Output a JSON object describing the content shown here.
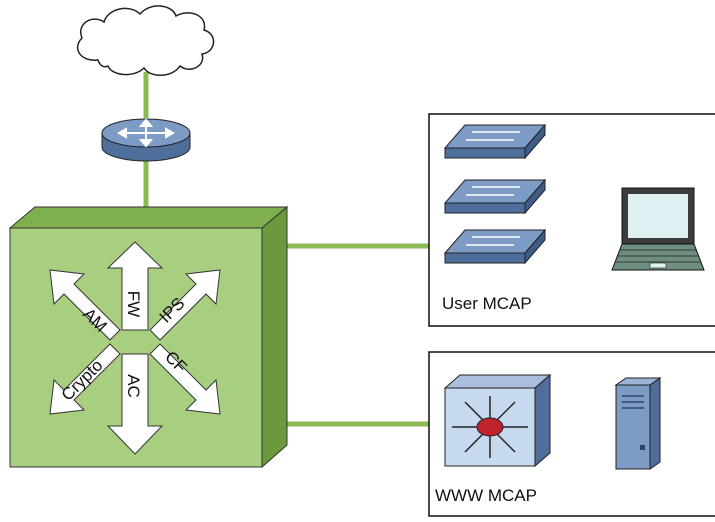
{
  "colors": {
    "link": "#8cba52",
    "box_face": "#a8cf7f",
    "box_top": "#80b04d",
    "box_side": "#6a9a3c",
    "device_blue": "#7e9bc5",
    "device_blue_dark": "#4f6e9c",
    "hub_red": "#c0222b"
  },
  "icons": {
    "cloud": "cloud-icon",
    "router": "router-icon",
    "switch": "switch-icon",
    "laptop": "laptop-icon",
    "hub": "multilayer-switch-icon",
    "server": "server-tower-icon"
  },
  "security_box": {
    "functions": {
      "fw": "FW",
      "ips": "IPS",
      "cf": "CF",
      "ac": "AC",
      "crypto": "Crypto",
      "am": "AM"
    }
  },
  "user_mcap": {
    "label": "User MCAP"
  },
  "www_mcap": {
    "label": "WWW MCAP"
  }
}
